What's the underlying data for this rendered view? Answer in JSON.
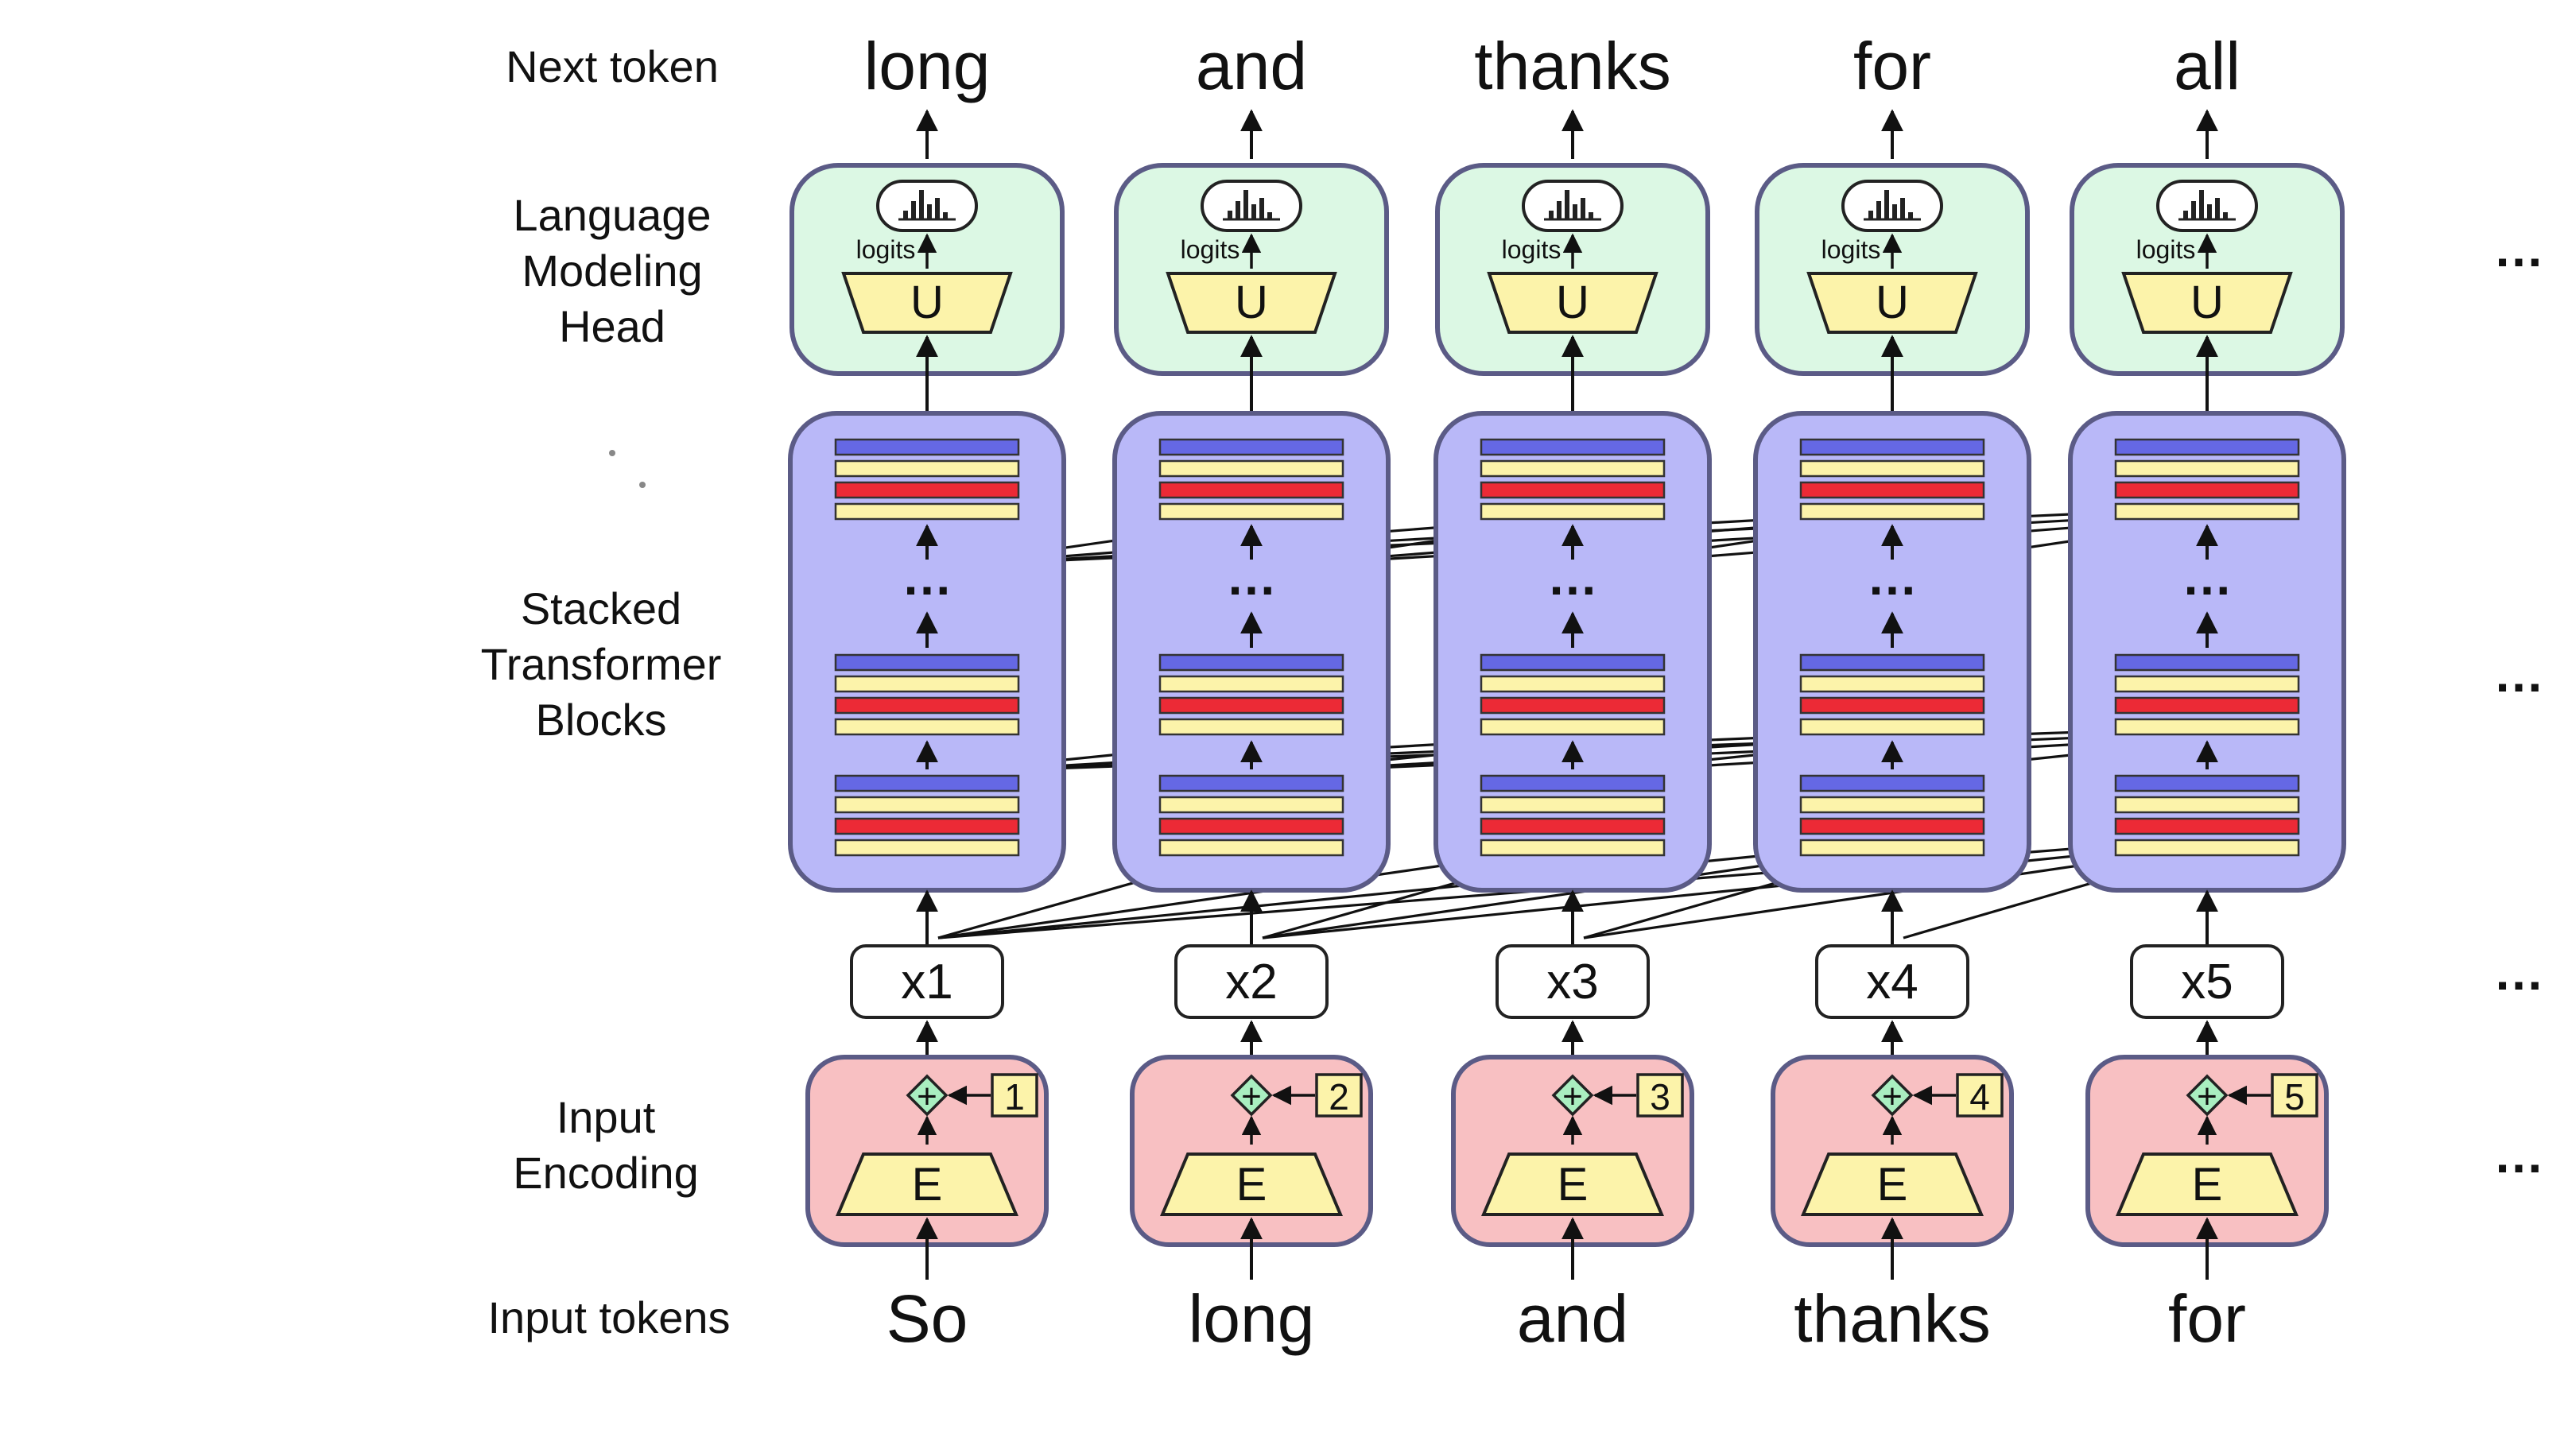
{
  "row_labels": {
    "next_token": "Next token",
    "lm_head": [
      "Language",
      "Modeling",
      "Head"
    ],
    "transformer": [
      "Stacked",
      "Transformer",
      "Blocks"
    ],
    "input_encoding": [
      "Input",
      "Encoding"
    ],
    "input_tokens": "Input tokens"
  },
  "next_tokens": [
    "long",
    "and",
    "thanks",
    "for",
    "all"
  ],
  "input_tokens": [
    "So",
    "long",
    "and",
    "thanks",
    "for"
  ],
  "embeddings": [
    "x1",
    "x2",
    "x3",
    "x4",
    "x5"
  ],
  "positions": [
    "1",
    "2",
    "3",
    "4",
    "5"
  ],
  "unembedding_label": "U",
  "embedding_label": "E",
  "logits_label": "logits",
  "plus_symbol": "+",
  "ellipsis": "…",
  "colors": {
    "lm_head_fill": "#dcf8e4",
    "transformer_fill": "#b9b8f8",
    "encoding_fill": "#f8c0c2",
    "box_border": "#5b5b86",
    "trapezoid_fill": "#fcf3aa",
    "layer_blue": "#6568e4",
    "layer_red": "#ec2a36",
    "layer_yellow": "#fcf3aa",
    "plus_fill": "#a9eec0",
    "arrow": "#111111"
  }
}
